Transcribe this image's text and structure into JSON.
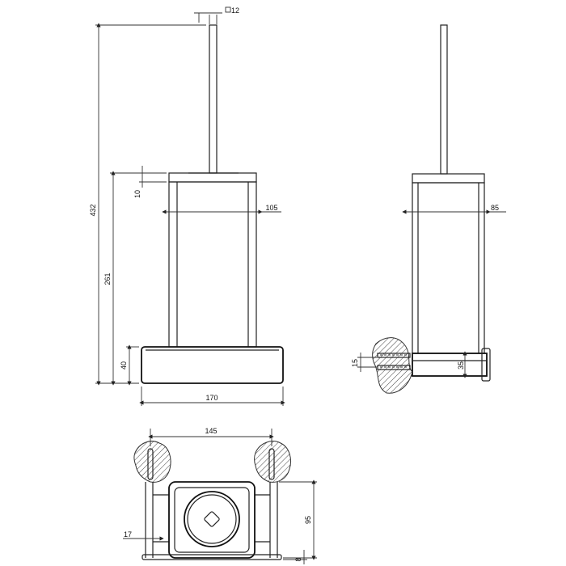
{
  "dimensions": {
    "rod_section": "12",
    "total_height": "432",
    "body_height": "261",
    "lid_offset": "10",
    "body_width_front": "105",
    "body_width_side": "85",
    "base_height": "40",
    "base_width": "170",
    "bracket_height": "35",
    "wall_plug": "15",
    "top_width": "145",
    "depth": "95",
    "bracket_offset": "17",
    "foot_height": "8"
  }
}
